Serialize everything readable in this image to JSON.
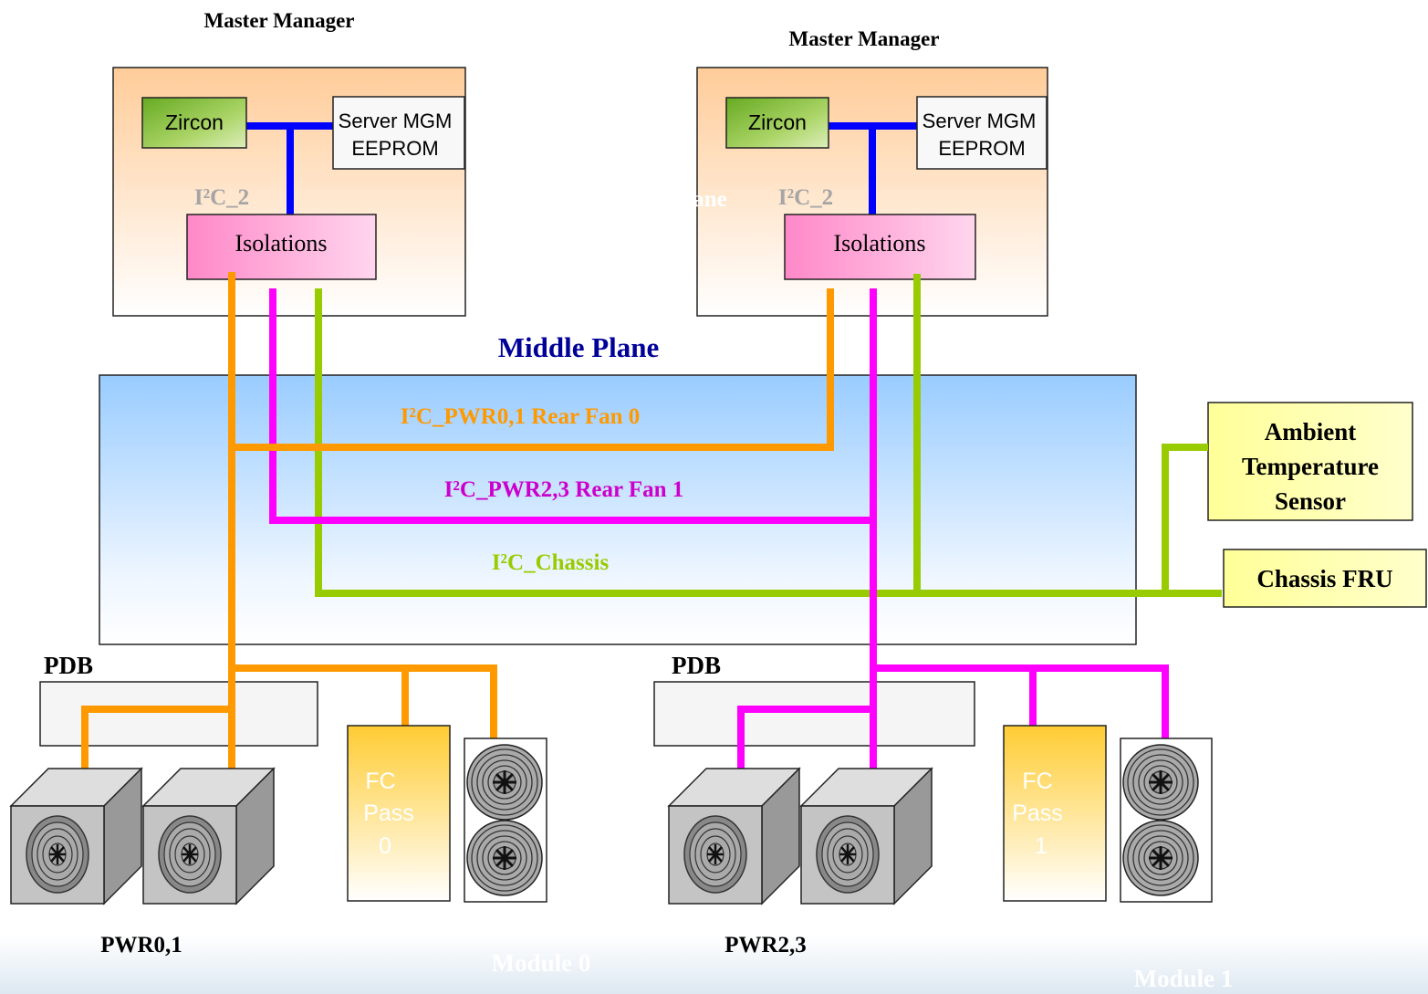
{
  "managers": [
    {
      "title": "Master Manager",
      "chip": "Zircon",
      "eeprom_line1": "Server MGM",
      "eeprom_line2": "EEPROM",
      "bus": "I²C_2",
      "isolation": "Isolations"
    },
    {
      "title": "Master Manager",
      "chip": "Zircon",
      "eeprom_line1": "Server MGM",
      "eeprom_line2": "EEPROM",
      "bus": "I²C_2",
      "isolation": "Isolations"
    }
  ],
  "ghost_text": "ane",
  "middle_plane": {
    "title": "Middle Plane",
    "bus_pwr01": "I²C_PWR0,1 Rear Fan 0",
    "bus_pwr23": "I²C_PWR2,3 Rear Fan 1",
    "bus_chassis": "I²C_Chassis"
  },
  "sensor": {
    "line1": "Ambient",
    "line2": "Temperature",
    "line3": "Sensor"
  },
  "chassis_fru": "Chassis FRU",
  "pdb_labels": [
    "PDB",
    "PDB"
  ],
  "fc_pass": [
    {
      "l1": "FC",
      "l2": "Pass",
      "l3": "0"
    },
    {
      "l1": "FC",
      "l2": "Pass",
      "l3": "1"
    }
  ],
  "pwr_labels": [
    "PWR0,1",
    "PWR2,3"
  ],
  "module_labels": [
    "Module 0",
    "Module 1"
  ],
  "colors": {
    "orange": "#ff9900",
    "magenta": "#ff00ff",
    "green": "#99cc00",
    "blue": "#0000ff",
    "navy": "#000099"
  }
}
